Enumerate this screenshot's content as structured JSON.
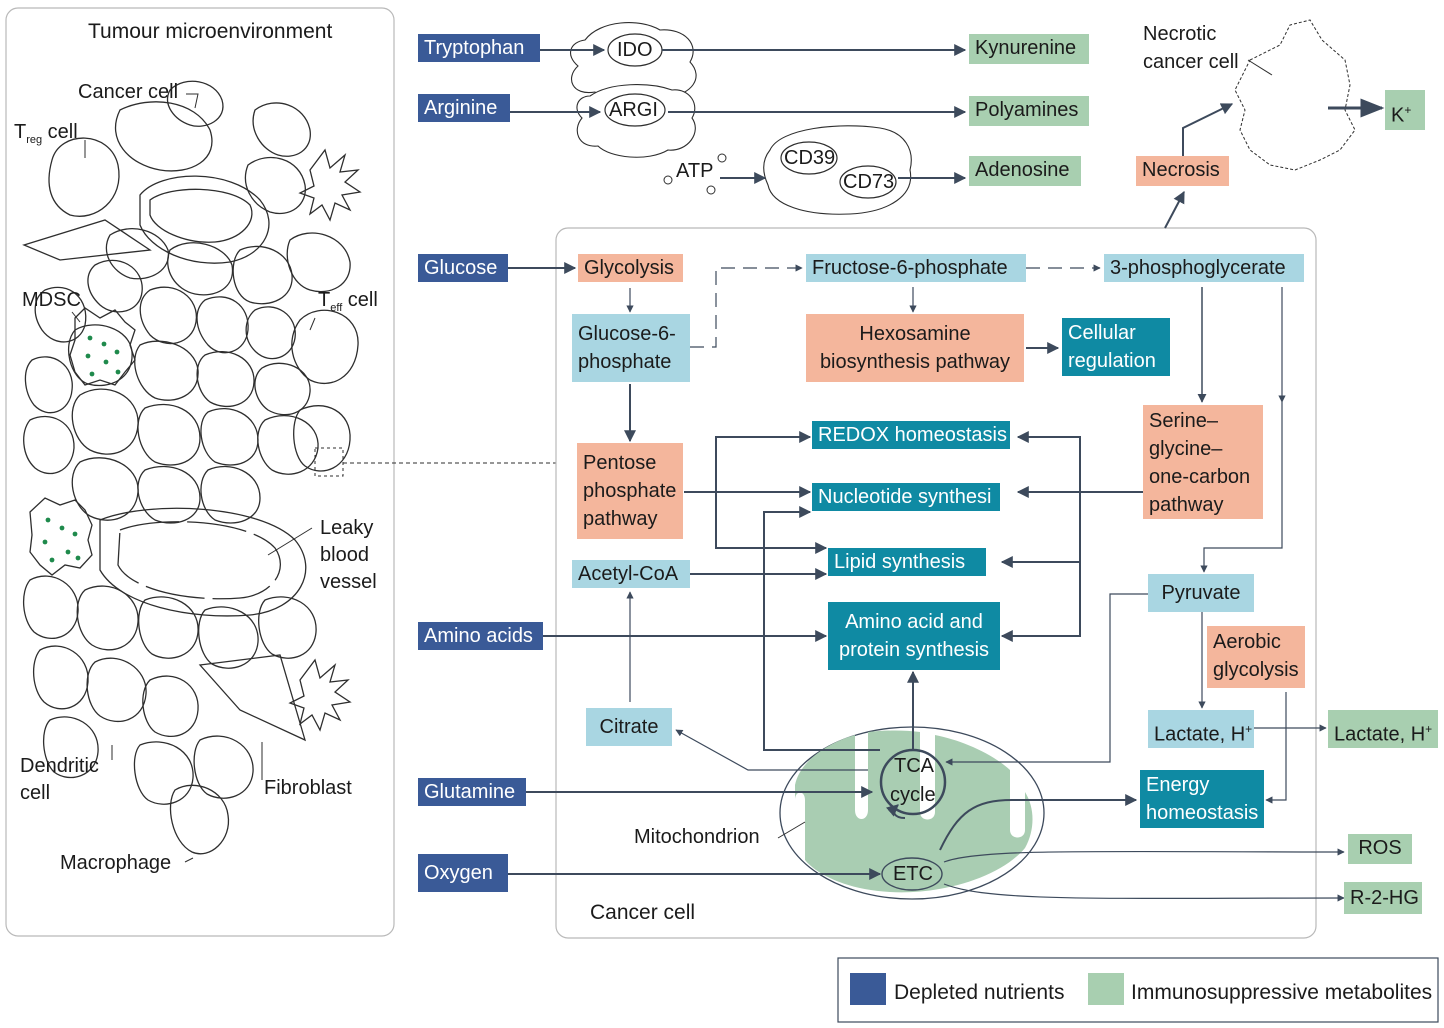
{
  "microenvironment": {
    "title": "Tumour microenvironment",
    "cancer_cell": "Cancer cell",
    "treg_T": "T",
    "treg_sub": "reg",
    "treg_rest": " cell",
    "mdsc": "MDSC",
    "teff_T": "T",
    "teff_sub": "eff",
    "teff_rest": " cell",
    "leaky_1": "Leaky",
    "leaky_2": "blood",
    "leaky_3": "vessel",
    "dendritic_1": "Dendritic",
    "dendritic_2": "cell",
    "fibroblast": "Fibroblast",
    "macrophage": "Macrophage"
  },
  "depleted": {
    "tryptophan": "Tryptophan",
    "arginine": "Arginine",
    "glucose": "Glucose",
    "amino_acids": "Amino acids",
    "glutamine": "Glutamine",
    "oxygen": "Oxygen"
  },
  "enzymes": {
    "ido": "IDO",
    "arg1": "ARGI",
    "atp": "ATP",
    "cd39": "CD39",
    "cd73": "CD73"
  },
  "immunosuppressive": {
    "kynurenine": "Kynurenine",
    "polyamines": "Polyamines",
    "adenosine": "Adenosine",
    "k_plus": "K",
    "k_sup": "+",
    "lactate": "Lactate, H",
    "lactate_sup": "+",
    "ros": "ROS",
    "r2hg": "R-2-HG"
  },
  "necrotic": {
    "label_1": "Necrotic",
    "label_2": "cancer cell",
    "necrosis": "Necrosis"
  },
  "pathways": {
    "glycolysis": "Glycolysis",
    "hexosamine_1": "Hexosamine",
    "hexosamine_2": "biosynthesis pathway",
    "pentose_1": "Pentose",
    "pentose_2": "phosphate",
    "pentose_3": "pathway",
    "serine_1": "Serine–",
    "serine_2": "glycine–",
    "serine_3": "one-carbon",
    "serine_4": "pathway",
    "aerobic_1": "Aerobic",
    "aerobic_2": "glycolysis"
  },
  "intermediates": {
    "g6p_1": "Glucose-6-",
    "g6p_2": "phosphate",
    "f6p": "Fructose-6-phosphate",
    "pg3": "3-phosphoglycerate",
    "acetyl": "Acetyl-CoA",
    "citrate": "Citrate",
    "pyruvate": "Pyruvate",
    "lactate": "Lactate, H",
    "lactate_sup": "+"
  },
  "outputs": {
    "cellular_1": "Cellular",
    "cellular_2": "regulation",
    "redox": "REDOX homeostasis",
    "nucleotide": "Nucleotide synthesi",
    "lipid": "Lipid synthesis",
    "amino_1": "Amino acid and",
    "amino_2": "protein synthesis",
    "energy_1": "Energy",
    "energy_2": "homeostasis"
  },
  "mito": {
    "tca_1": "TCA",
    "tca_2": "cycle",
    "etc": "ETC",
    "label": "Mitochondrion"
  },
  "cancer_cell_label": "Cancer cell",
  "legend": {
    "depleted": "Depleted nutrients",
    "immunosuppressive": "Immunosuppressive  metabolites"
  },
  "colors": {
    "depleted": "#3a5a97",
    "immunosuppressive": "#a8cfb0",
    "pathway": "#f4b69c",
    "intermediate": "#a9d6e2",
    "output": "#0f8aa3",
    "mitochondrion": "#a9cdb2"
  }
}
